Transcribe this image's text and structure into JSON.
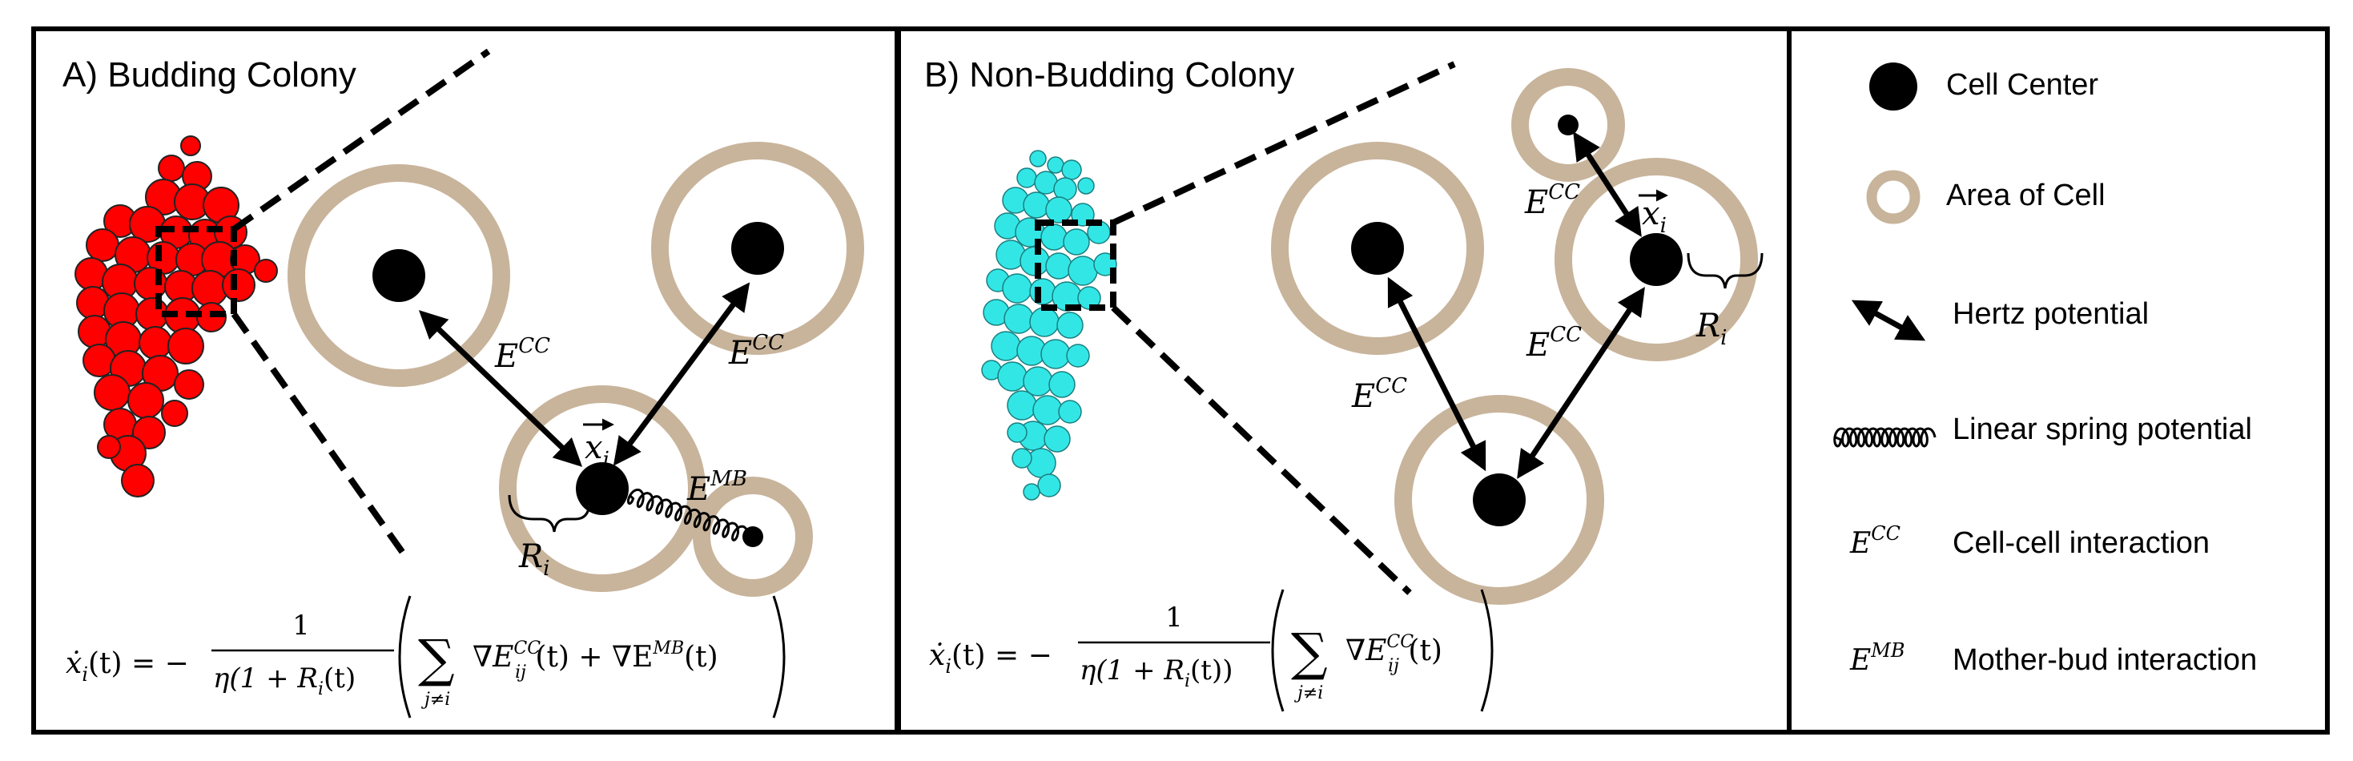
{
  "panels": {
    "a": {
      "title": "A) Budding Colony",
      "equation": {
        "lhs": "ẋ",
        "lhs_sub": "i",
        "lhs_arg": "(t) = −",
        "numerator": "1",
        "denominator": "η(1 + R",
        "denominator_sub": "i",
        "denominator_end": "(t)",
        "sum": "∑",
        "sum_index": "j≠i",
        "term1": "∇E",
        "term1_sup": "CC",
        "term1_sub": "ij",
        "term1_arg": " (t) + ∇E",
        "term2_sup": "MB",
        "term2_arg": "(t)"
      },
      "labels": {
        "ecc_left": "E",
        "ecc_left_sup": "CC",
        "ecc_right": "E",
        "ecc_right_sup": "CC",
        "emb": "E",
        "emb_sup": "MB",
        "xi": "x",
        "xi_sub": "i",
        "ri": "R",
        "ri_sub": "i"
      },
      "colony_color": "#ff0000"
    },
    "b": {
      "title": "B) Non-Budding Colony",
      "equation": {
        "lhs": "ẋ",
        "lhs_sub": "i",
        "lhs_arg": "(t) = −",
        "numerator": "1",
        "denominator": "η(1 + R",
        "denominator_sub": "i",
        "denominator_end": "(t))",
        "sum": "∑",
        "sum_index": "j≠i",
        "term1": "∇E",
        "term1_sup": "CC",
        "term1_sub": "ij",
        "term1_arg": " (t)"
      },
      "labels": {
        "ecc_top": "E",
        "ecc_top_sup": "CC",
        "ecc_mid": "E",
        "ecc_mid_sup": "CC",
        "ecc_low": "E",
        "ecc_low_sup": "CC",
        "xi": "x",
        "xi_sub": "i",
        "ri": "R",
        "ri_sub": "i"
      },
      "colony_color": "#33e6e6"
    }
  },
  "legend": {
    "items": [
      {
        "symbol": "cell-center-dot",
        "label": "Cell Center"
      },
      {
        "symbol": "cell-area-ring",
        "label": "Area of Cell"
      },
      {
        "symbol": "double-arrow",
        "label": "Hertz potential"
      },
      {
        "symbol": "spring",
        "label": "Linear spring potential"
      },
      {
        "symbol": "E",
        "symbol_sup": "CC",
        "label": "Cell-cell interaction"
      },
      {
        "symbol": "E",
        "symbol_sup": "MB",
        "label": "Mother-bud interaction"
      }
    ]
  },
  "colors": {
    "ring": "#c8b49b",
    "center": "#000000",
    "border": "#000000"
  }
}
